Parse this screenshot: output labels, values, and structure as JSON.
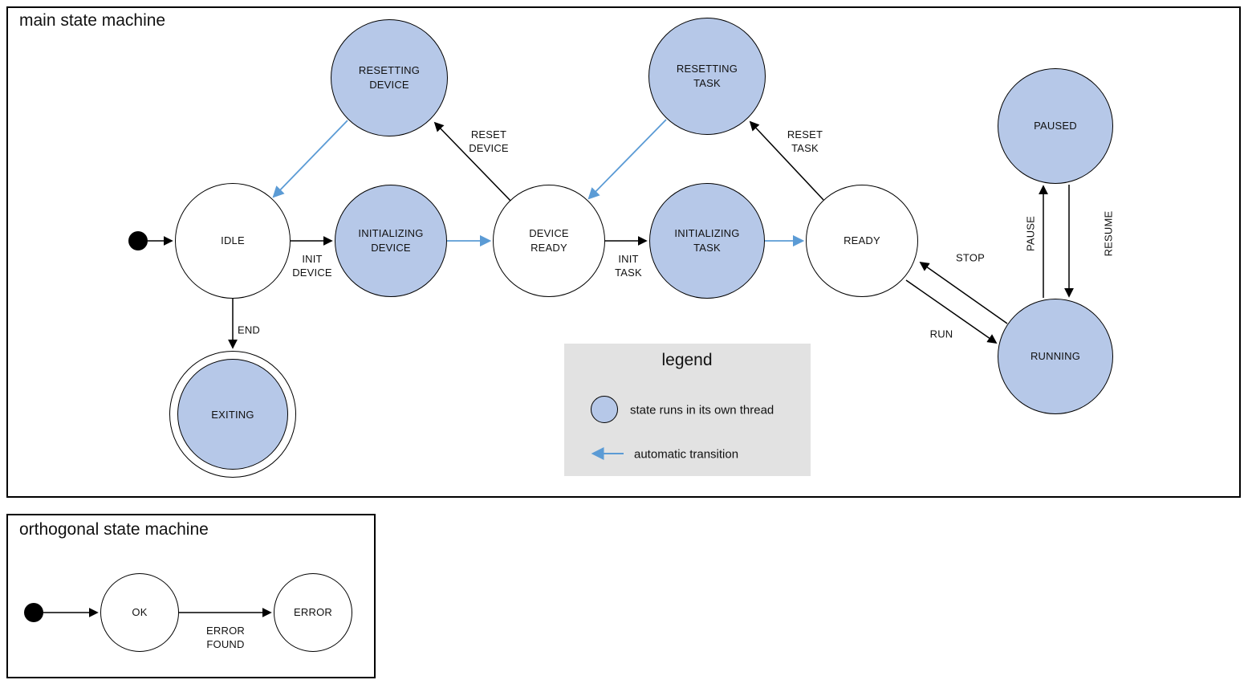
{
  "main": {
    "title": "main state machine",
    "states": [
      {
        "name": "IDLE",
        "threaded": false
      },
      {
        "name": "RESETTING\nDEVICE",
        "threaded": true
      },
      {
        "name": "INITIALIZING\nDEVICE",
        "threaded": true
      },
      {
        "name": "DEVICE\nREADY",
        "threaded": false
      },
      {
        "name": "RESETTING\nTASK",
        "threaded": true
      },
      {
        "name": "INITIALIZING\nTASK",
        "threaded": true
      },
      {
        "name": "READY",
        "threaded": false
      },
      {
        "name": "PAUSED",
        "threaded": true
      },
      {
        "name": "RUNNING",
        "threaded": true
      },
      {
        "name": "EXITING",
        "threaded": true,
        "final": true
      }
    ],
    "edges": [
      {
        "from": "start",
        "to": "IDLE",
        "label": "",
        "type": "normal"
      },
      {
        "from": "IDLE",
        "to": "INITIALIZING DEVICE",
        "label": "INIT\nDEVICE",
        "type": "normal"
      },
      {
        "from": "INITIALIZING DEVICE",
        "to": "DEVICE READY",
        "label": "",
        "type": "automatic"
      },
      {
        "from": "DEVICE READY",
        "to": "RESETTING DEVICE",
        "label": "RESET\nDEVICE",
        "type": "normal"
      },
      {
        "from": "RESETTING DEVICE",
        "to": "IDLE",
        "label": "",
        "type": "automatic"
      },
      {
        "from": "DEVICE READY",
        "to": "INITIALIZING TASK",
        "label": "INIT\nTASK",
        "type": "normal"
      },
      {
        "from": "INITIALIZING TASK",
        "to": "READY",
        "label": "",
        "type": "automatic"
      },
      {
        "from": "READY",
        "to": "RESETTING TASK",
        "label": "RESET\nTASK",
        "type": "normal"
      },
      {
        "from": "RESETTING TASK",
        "to": "DEVICE READY",
        "label": "",
        "type": "automatic"
      },
      {
        "from": "READY",
        "to": "RUNNING",
        "label": "RUN",
        "type": "normal"
      },
      {
        "from": "RUNNING",
        "to": "READY",
        "label": "STOP",
        "type": "normal"
      },
      {
        "from": "RUNNING",
        "to": "PAUSED",
        "label": "PAUSE",
        "type": "normal"
      },
      {
        "from": "PAUSED",
        "to": "RUNNING",
        "label": "RESUME",
        "type": "normal"
      },
      {
        "from": "IDLE",
        "to": "EXITING",
        "label": "END",
        "type": "normal"
      }
    ]
  },
  "legend": {
    "title": "legend",
    "thread_label": "state runs in its own thread",
    "auto_label": "automatic transition"
  },
  "orthogonal": {
    "title": "orthogonal state machine",
    "states": [
      {
        "name": "OK",
        "threaded": false
      },
      {
        "name": "ERROR",
        "threaded": false
      }
    ],
    "edges": [
      {
        "from": "start",
        "to": "OK",
        "label": "",
        "type": "normal"
      },
      {
        "from": "OK",
        "to": "ERROR",
        "label": "ERROR\nFOUND",
        "type": "normal"
      }
    ]
  },
  "colors": {
    "thread_state_fill": "#b6c8e8",
    "automatic_transition": "#5b9bd5",
    "legend_background": "#e2e2e2",
    "stroke": "#000000"
  }
}
